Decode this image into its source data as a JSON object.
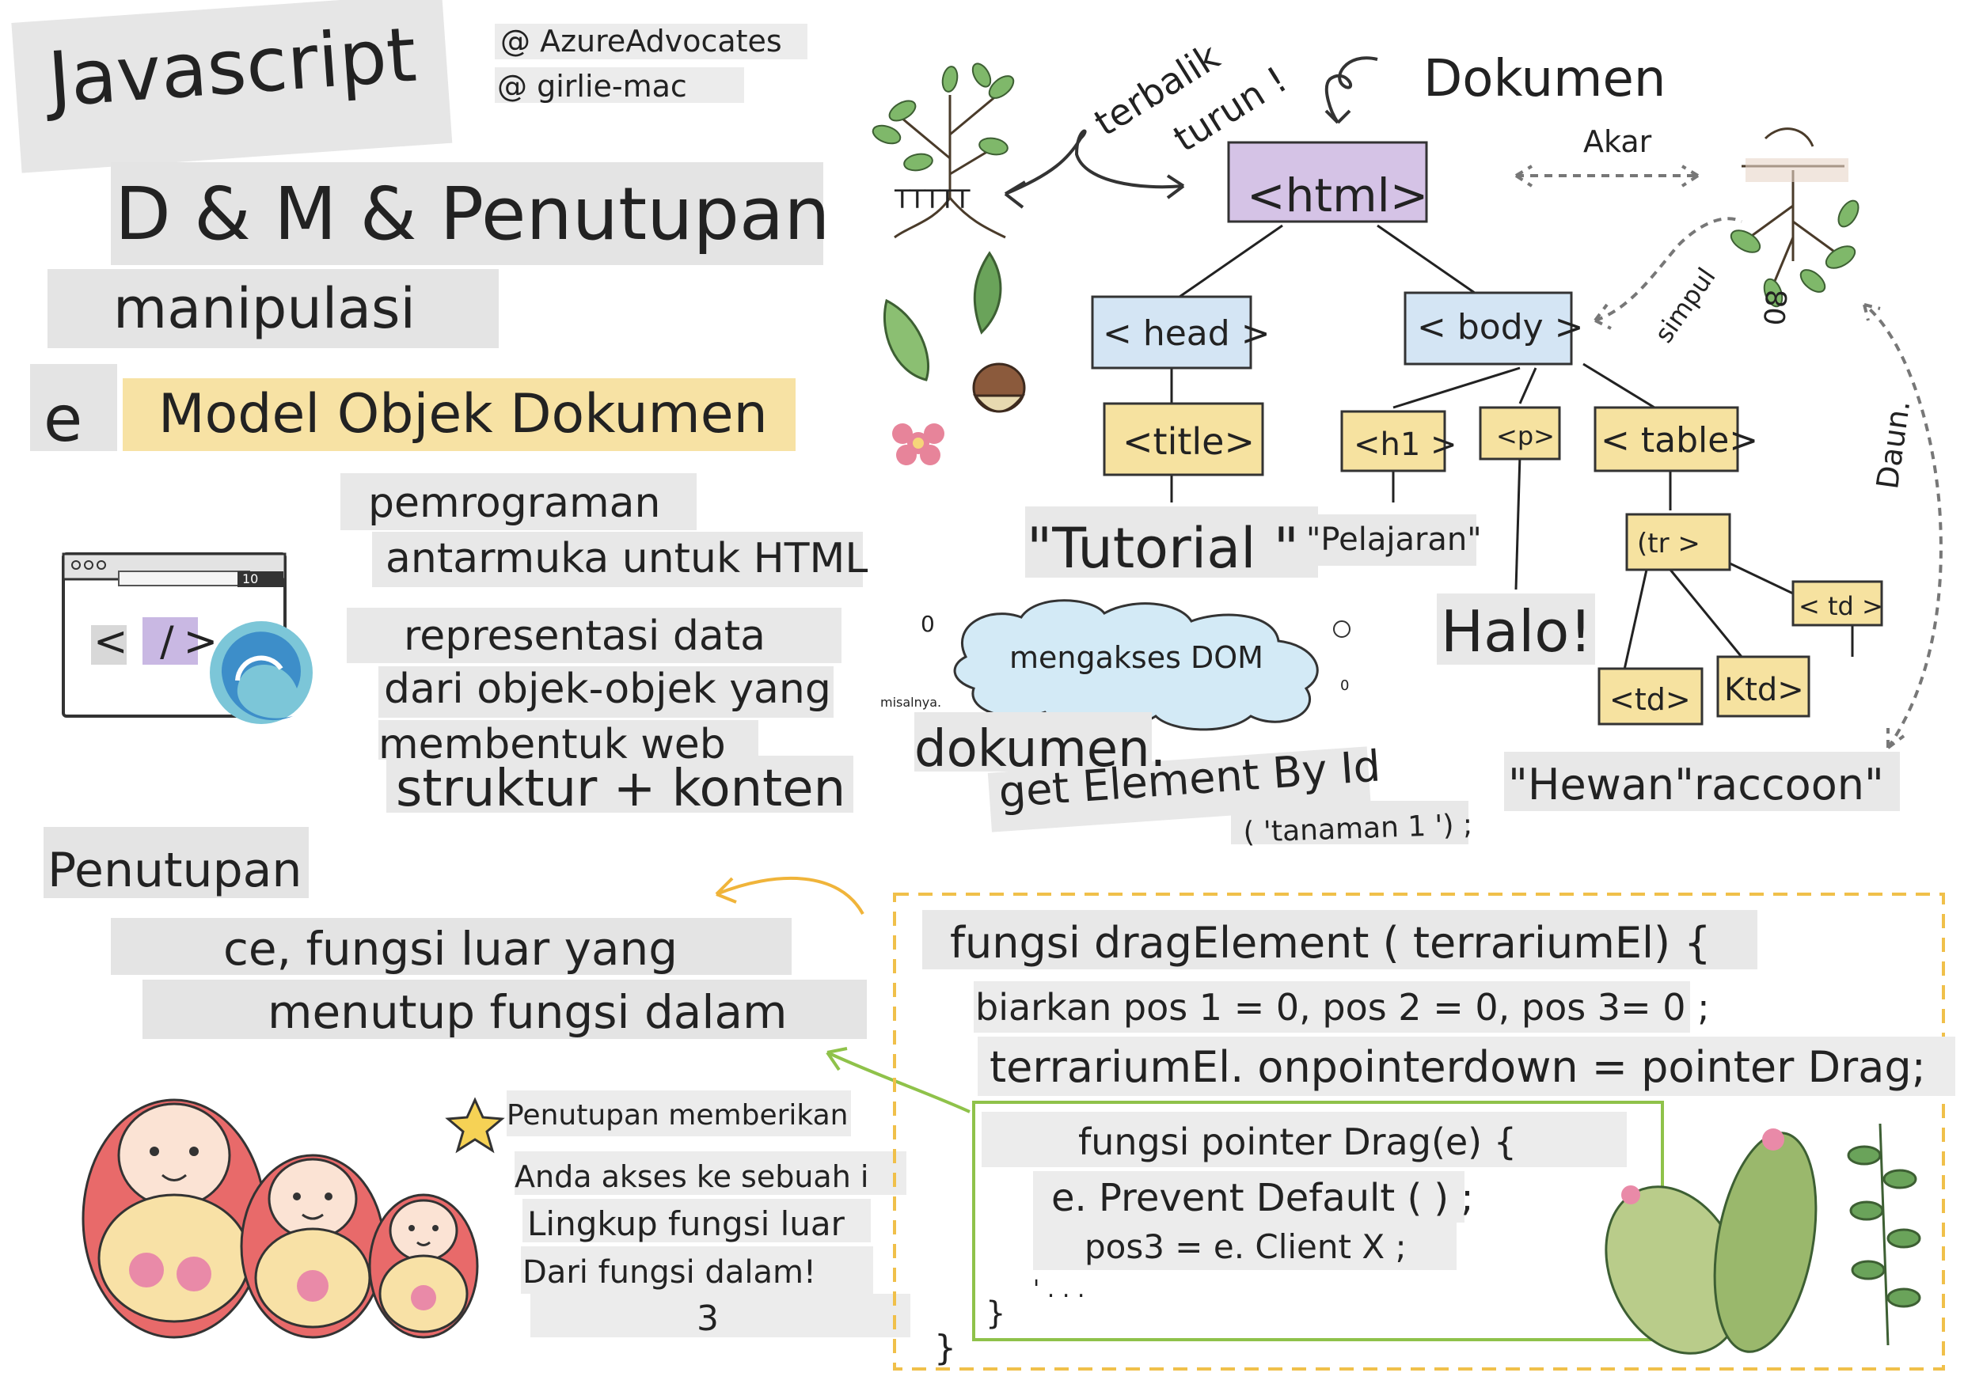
{
  "title": {
    "line1": "Javascript",
    "line2": "D & M & Penutupan",
    "line3": "manipulasi",
    "letter": "e",
    "line4": "Model Objek Dokumen"
  },
  "credits": {
    "handle1": "@ AzureAdvocates",
    "handle2": "@ girlie-mac"
  },
  "dom_definition": {
    "api1": "pemrograman",
    "api2": "antarmuka untuk HTML",
    "rep1": "representasi data",
    "rep2": "dari objek-objek yang",
    "rep3": "membentuk web",
    "rep4": "struktur + konten"
  },
  "browser": {
    "counter": "10",
    "code_symbol": "< />"
  },
  "tree": {
    "flip1": "terbalik",
    "flip2": "turun !",
    "document": "Dokumen",
    "root_label": "Akar",
    "node_label": "simpul",
    "leaf_label": "Daun.",
    "roots_glyph": "TTTTT",
    "roots_number": "08",
    "html": "<html>",
    "head": "< head >",
    "body": "< body >",
    "title": "<title>",
    "h1": "<h1 >",
    "p": "<p>",
    "table": "< table>",
    "tr": "(tr >",
    "td1": "< td >",
    "td2": "<td>",
    "td3": "Ktd>",
    "text_tutorial": "\"Tutorial \"",
    "text_pelajaran": "\"Pelajaran\"",
    "text_halo": "Halo!",
    "text_hewan": "\"Hewan\"raccoon\""
  },
  "access": {
    "cloud": "mengakses DOM",
    "small0a": "0",
    "small0b": "0",
    "example": "misalnya.",
    "doc": "dokumen.",
    "method": "get Element By Id",
    "arg": "( 'tanaman 1 ') ;"
  },
  "closure": {
    "heading": "Penutupan",
    "def1": "ce, fungsi luar yang",
    "def2": "menutup fungsi dalam",
    "note1": "Penutupan memberikan",
    "note2": "Anda akses ke sebuah i",
    "note3": "Lingkup fungsi luar",
    "note4": "Dari fungsi dalam!",
    "note5": "3"
  },
  "code": {
    "line1": "fungsi dragElement ( terrariumEl) {",
    "line2": "biarkan pos 1 = 0, pos 2 = 0, pos 3= 0 ;",
    "line3": "terrariumEl. onpointerdown = pointer Drag;",
    "line4": "fungsi pointer Drag(e) {",
    "line5": "e. Prevent Default ( ) ;",
    "line6": "pos3 = e. Client X ;",
    "dots": "' . . .",
    "close_inner": "}",
    "close_outer": "}"
  },
  "colors": {
    "html_box": "#d7c7e6",
    "blue_box": "#d6e6f4",
    "yellow_box": "#f6e3a3",
    "code_border_outer": "#f0c04a",
    "code_border_inner": "#8fc24a",
    "arrow_orange": "#f0b43a",
    "arrow_green": "#8fc24a"
  }
}
